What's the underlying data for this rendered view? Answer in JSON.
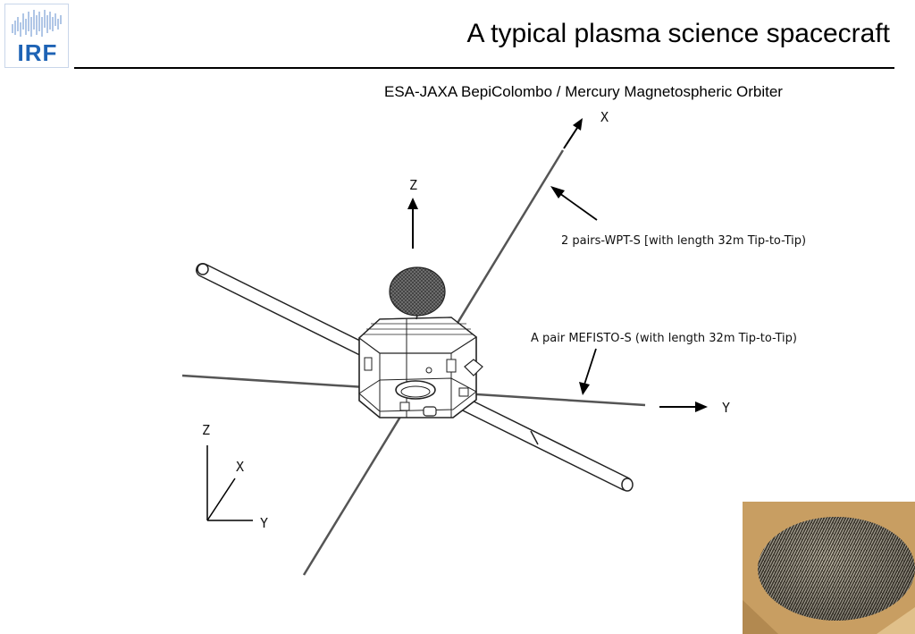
{
  "logo": {
    "text": "IRF"
  },
  "header": {
    "title": "A typical plasma science spacecraft"
  },
  "subtitle": "ESA-JAXA BepiColombo / Mercury Magnetospheric Orbiter",
  "diagram": {
    "axes": {
      "x": "X",
      "y": "Y",
      "z": "Z"
    },
    "annotations": {
      "wpt": "2 pairs-WPT-S [with length 32m Tip-to-Tip)",
      "mefisto": "A pair MEFISTO-S (with length 32m Tip-to-Tip)"
    },
    "triad": {
      "z": "Z",
      "x": "X",
      "y": "Y"
    }
  },
  "colors": {
    "logo_blue": "#1e63b5",
    "photo_bg": "#caa166"
  }
}
